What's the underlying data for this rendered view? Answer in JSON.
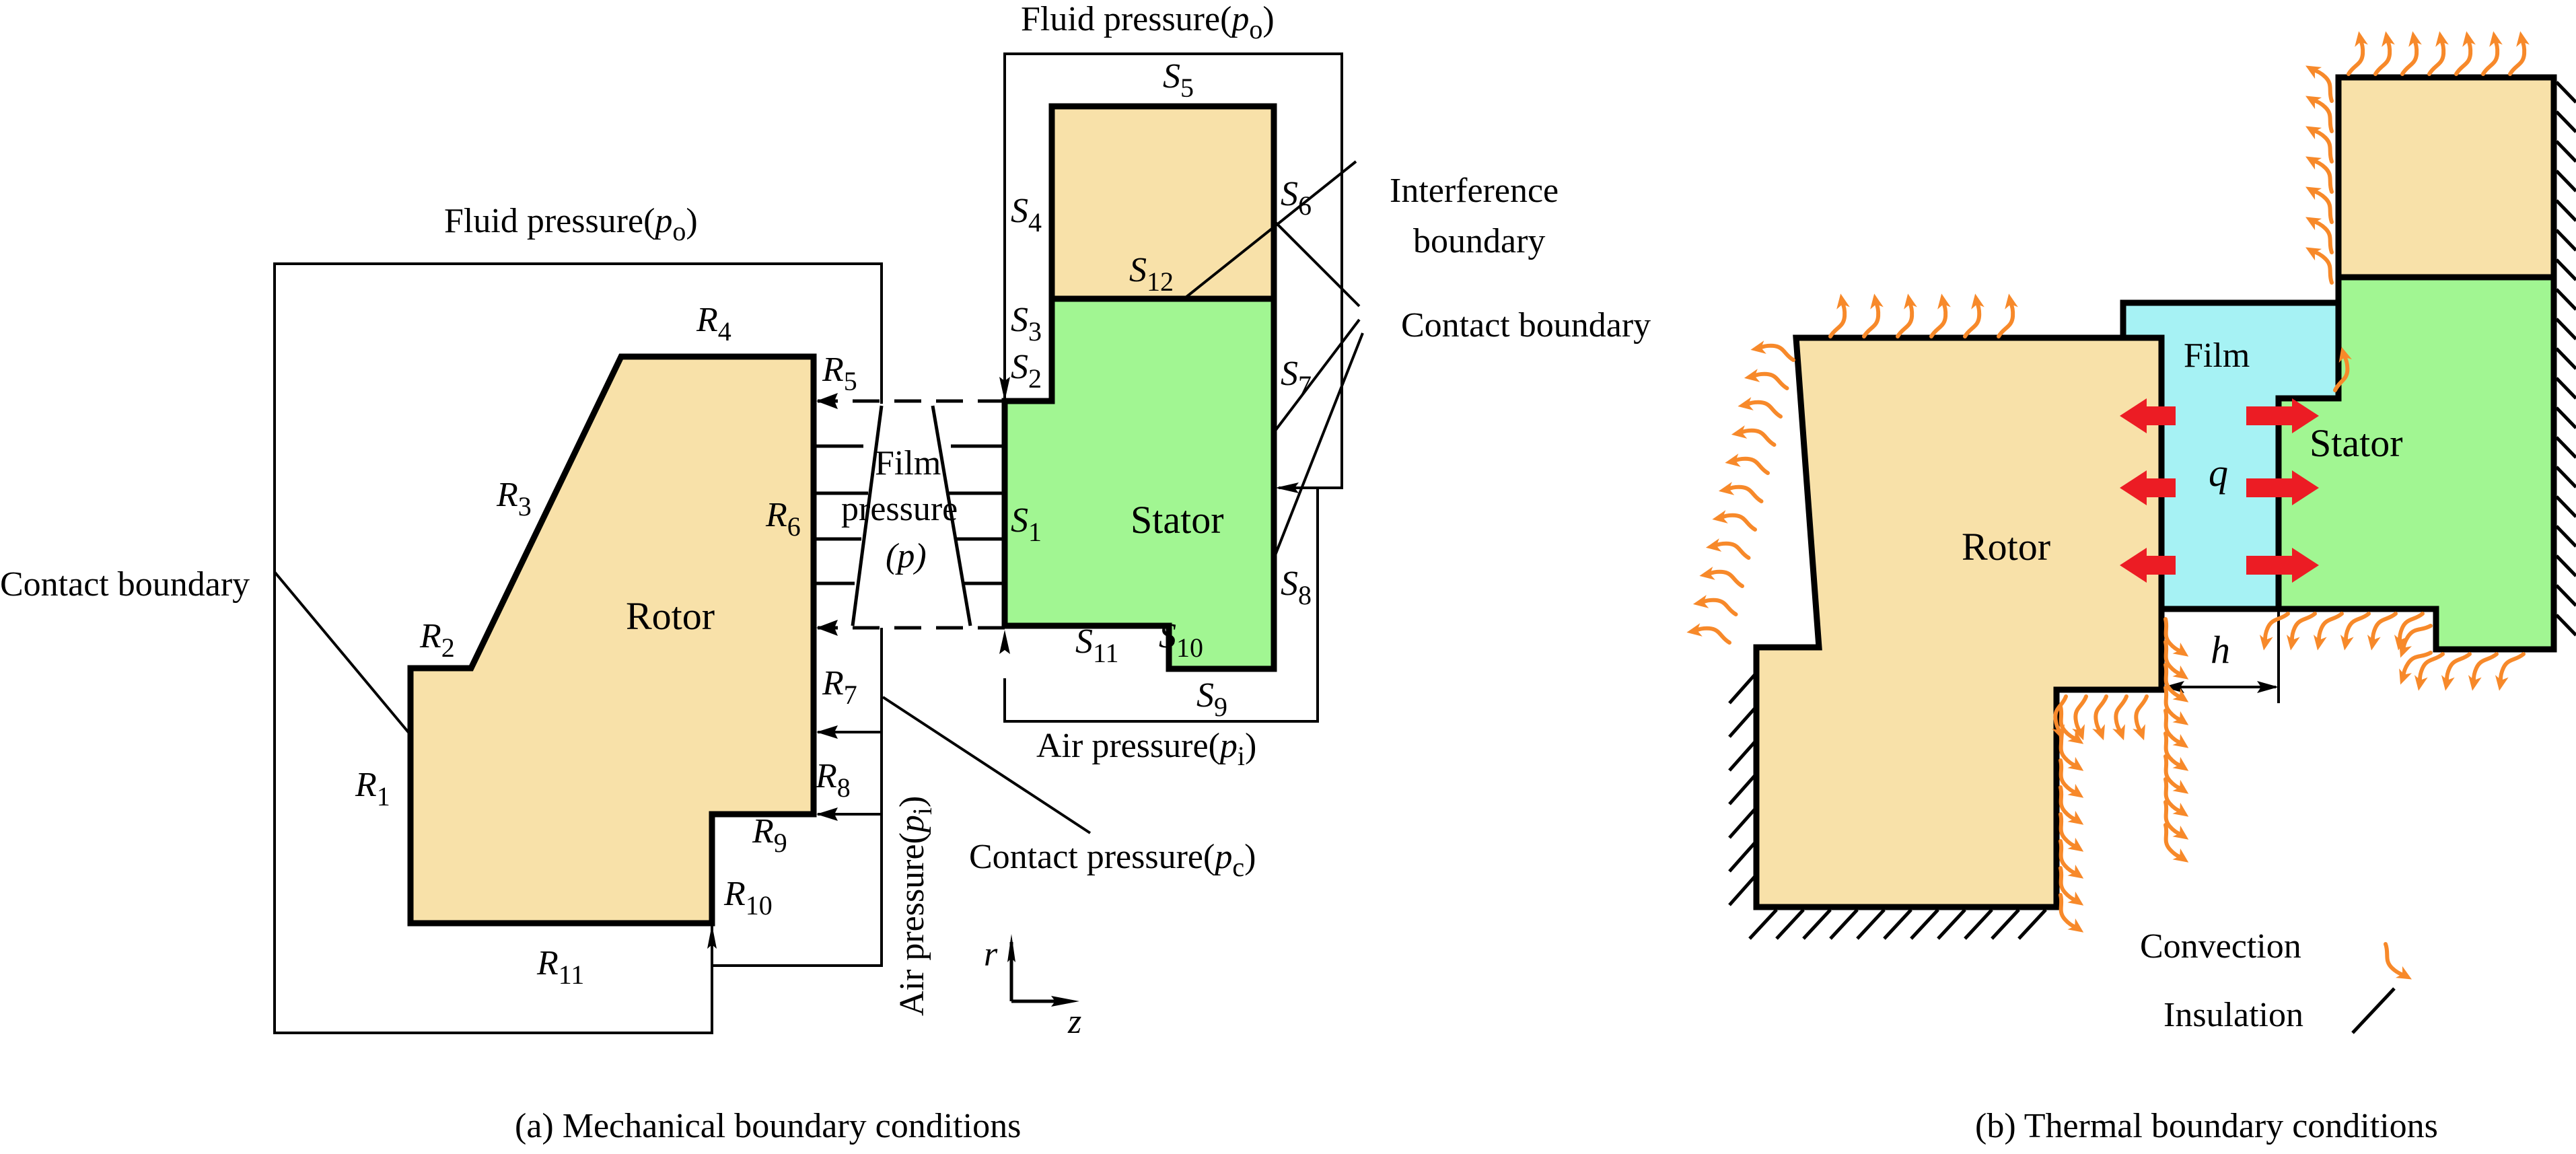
{
  "figure": {
    "panel_a": {
      "caption": "(a) Mechanical boundary conditions",
      "rotor_label": "Rotor",
      "stator_label": "Stator",
      "fluid_pressure_left": "Fluid pressure(",
      "fluid_pressure_right": "Fluid pressure(",
      "fluid_pressure_sym": "p",
      "fluid_pressure_sub": "o",
      "close_paren": ")",
      "air_pressure_bottom": "Air pressure(",
      "air_pressure_vertical": "Air pressure(",
      "air_pressure_sym": "p",
      "air_pressure_sub": "i",
      "contact_pressure": "Contact pressure(",
      "contact_pressure_sym": "p",
      "contact_pressure_sub": "c",
      "film_pressure_line1": "Film",
      "film_pressure_line2": "pressure",
      "film_pressure_line3": "(p)",
      "contact_boundary_left": "Contact boundary",
      "contact_boundary_right": "Contact boundary",
      "interference_boundary_line1": "Interference",
      "interference_boundary_line2": "boundary",
      "axis_r": "r",
      "axis_z": "z",
      "rotor_boundaries": [
        {
          "sym": "R",
          "sub": "1"
        },
        {
          "sym": "R",
          "sub": "2"
        },
        {
          "sym": "R",
          "sub": "3"
        },
        {
          "sym": "R",
          "sub": "4"
        },
        {
          "sym": "R",
          "sub": "5"
        },
        {
          "sym": "R",
          "sub": "6"
        },
        {
          "sym": "R",
          "sub": "7"
        },
        {
          "sym": "R",
          "sub": "8"
        },
        {
          "sym": "R",
          "sub": "9"
        },
        {
          "sym": "R",
          "sub": "10"
        },
        {
          "sym": "R",
          "sub": "11"
        }
      ],
      "stator_boundaries": [
        {
          "sym": "S",
          "sub": "1"
        },
        {
          "sym": "S",
          "sub": "2"
        },
        {
          "sym": "S",
          "sub": "3"
        },
        {
          "sym": "S",
          "sub": "4"
        },
        {
          "sym": "S",
          "sub": "5"
        },
        {
          "sym": "S",
          "sub": "6"
        },
        {
          "sym": "S",
          "sub": "7"
        },
        {
          "sym": "S",
          "sub": "8"
        },
        {
          "sym": "S",
          "sub": "9"
        },
        {
          "sym": "S",
          "sub": "10"
        },
        {
          "sym": "S",
          "sub": "11"
        },
        {
          "sym": "S",
          "sub": "12"
        }
      ]
    },
    "panel_b": {
      "caption": "(b) Thermal boundary conditions",
      "rotor_label": "Rotor",
      "stator_label": "Stator",
      "film_label": "Film",
      "heat_flux_symbol": "q",
      "gap_symbol": "h",
      "legend": [
        {
          "label": "Convection",
          "icon": "convection-arrow-icon"
        },
        {
          "label": "Insulation",
          "icon": "insulation-hatch-icon"
        }
      ]
    },
    "colors": {
      "rotor": "#f8e1a9",
      "stator": "#a1f692",
      "film": "#a6f2f4",
      "convection": "#f7892a",
      "heat_flux": "#ec1c24"
    }
  }
}
